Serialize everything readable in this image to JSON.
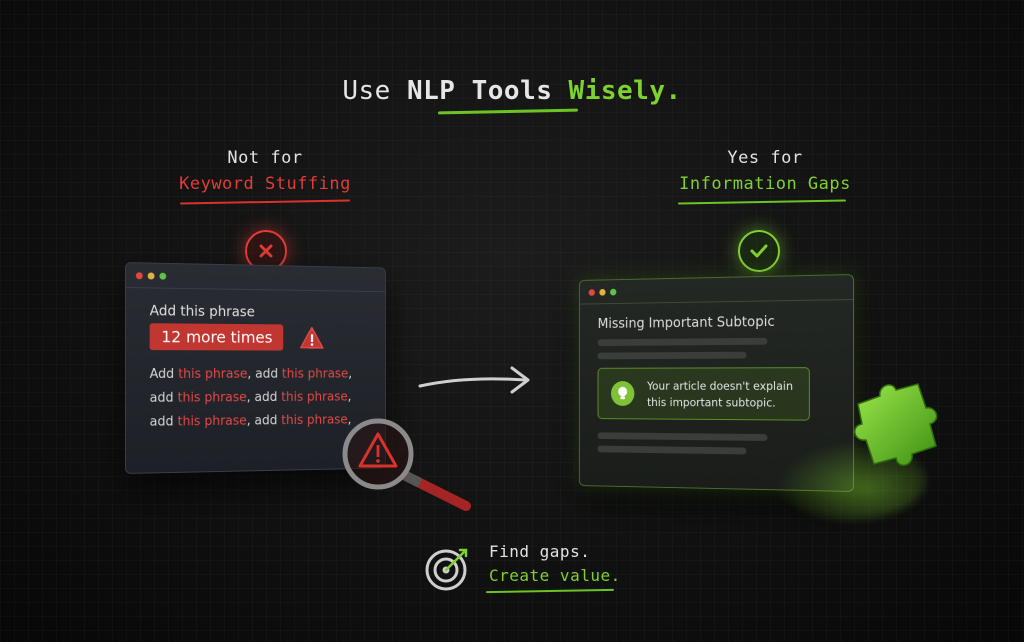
{
  "headline": {
    "part1": "Use ",
    "part2": "NLP Tools ",
    "part3": "Wisely."
  },
  "left": {
    "line1": "Not for",
    "line2": "Keyword Stuffing",
    "window": {
      "title": "Add this phrase",
      "pill": "12 more times",
      "rows": [
        [
          "Add ",
          "this phrase",
          ", add ",
          "this phrase",
          ","
        ],
        [
          "add ",
          "this phrase",
          ", add ",
          "this phrase",
          ","
        ],
        [
          "add ",
          "this phrase",
          ", add ",
          "this phrase",
          ","
        ]
      ]
    }
  },
  "right": {
    "line1": "Yes for",
    "line2": "Information Gaps",
    "window": {
      "title": "Missing Important Subtopic",
      "tip": "Your article doesn't explain this important subtopic."
    }
  },
  "footer": {
    "line1": "Find gaps.",
    "line2": "Create value."
  },
  "colors": {
    "red": "#e23c36",
    "green": "#7fd12f"
  },
  "icons": [
    "close-icon",
    "check-icon",
    "warning-icon",
    "magnifier-icon",
    "arrow-right-icon",
    "lightbulb-icon",
    "puzzle-piece-icon",
    "target-icon"
  ]
}
